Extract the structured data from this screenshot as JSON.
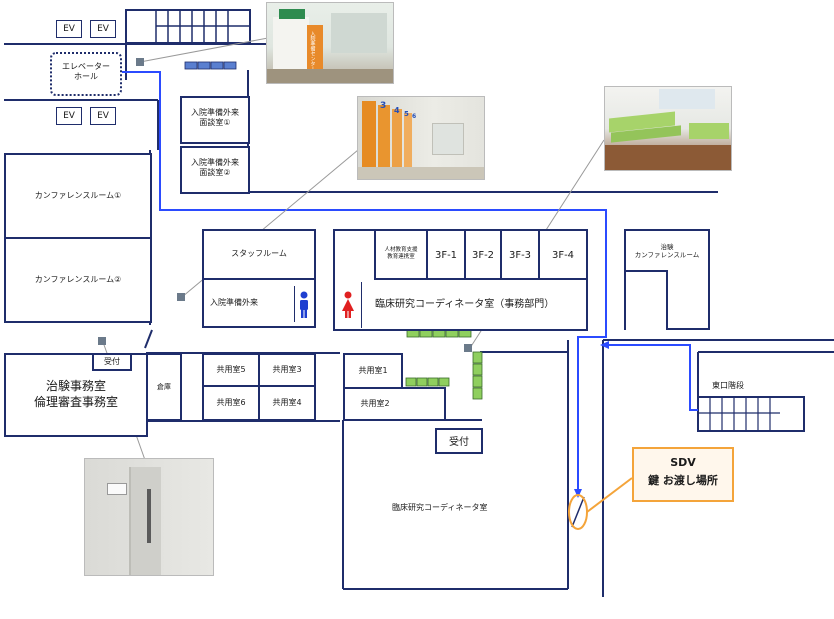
{
  "rooms": {
    "ev": "EV",
    "elevator_hall": "エレベーター\nホール",
    "preadmission_interview_1": "入院準備外来\n面談室①",
    "preadmission_interview_2": "入院準備外来\n面談室②",
    "conference_1": "カンファレンスルーム①",
    "conference_2": "カンファレンスルーム②",
    "staff_room": "スタッフルーム",
    "preadmission_clinic": "入院準備外来",
    "hr_education": "人材教育支援\n教育連携室",
    "room_3f1": "3F-1",
    "room_3f2": "3F-2",
    "room_3f3": "3F-3",
    "room_3f4": "3F-4",
    "clinical_coordinator_office": "臨床研究コーディネータ室（事務部門）",
    "trial_conference": "治験\nカンファレンスルーム",
    "trial_office": "治験事務室\n倫理審査事務室",
    "reception_left": "受付",
    "storage": "倉庫",
    "shared_5": "共用室5",
    "shared_3": "共用室3",
    "shared_6": "共用室6",
    "shared_4": "共用室4",
    "shared_1": "共用室1",
    "shared_2": "共用室2",
    "reception_center": "受付",
    "clinical_coordinator_room": "臨床研究コーディネータ室",
    "east_stairs": "東口階段"
  },
  "callout": {
    "line1": "SDV",
    "line2": "鍵 お渡し場所"
  },
  "photo_sign": "入院準備センター",
  "photo_door_numbers": [
    "3",
    "4",
    "5",
    "6"
  ],
  "colors": {
    "wall": "#1f2d6b",
    "route": "#2b4bff",
    "callout": "#f4a43a",
    "male": "#1e3fd0",
    "female": "#e02020",
    "chairs_green": "#8fcf5e"
  }
}
